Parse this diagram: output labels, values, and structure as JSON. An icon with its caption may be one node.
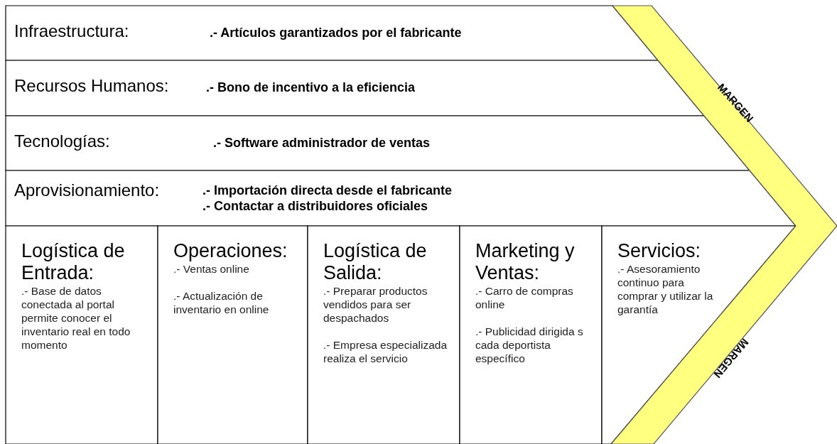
{
  "diagram": {
    "nodes": [
      {
        "text": [
          "Infraestructura:",
          ".- Artículos garantizados por el fabricante"
        ]
      },
      {
        "text": [
          "Recursos Humanos:",
          ".- Bono de incentivo a la eficiencia"
        ]
      },
      {
        "text": [
          "Tecnologías:",
          ".- Software administrador de ventas"
        ]
      },
      {
        "text": [
          "Aprovisionamiento:",
          ".- Importación directa desde el fabricante",
          ".- Contactar a distribuidores oficiales"
        ]
      },
      {
        "text": [
          "Logística de Entrada:",
          ".- Base de datos conectada al portal permite conocer el inventario real en todo momento"
        ]
      },
      {
        "text": [
          "Operaciones:",
          ".- Ventas online",
          ".- Actualización de inventario en online"
        ]
      },
      {
        "text": [
          "Logística de Salida:",
          ".- Preparar productos vendidos para ser despachados",
          ".- Empresa especializada realiza el servicio"
        ]
      },
      {
        "text": [
          "Marketing y Ventas:",
          ".- Carro de compras online",
          ".- Publicidad dirigida s cada deportista específico"
        ]
      },
      {
        "text": [
          "Servicios:",
          ".- Asesoramiento continuo para comprar y utilizar la garantía"
        ]
      },
      {
        "text": [
          "MARGEN",
          "MARGEN"
        ]
      }
    ],
    "edges": []
  }
}
